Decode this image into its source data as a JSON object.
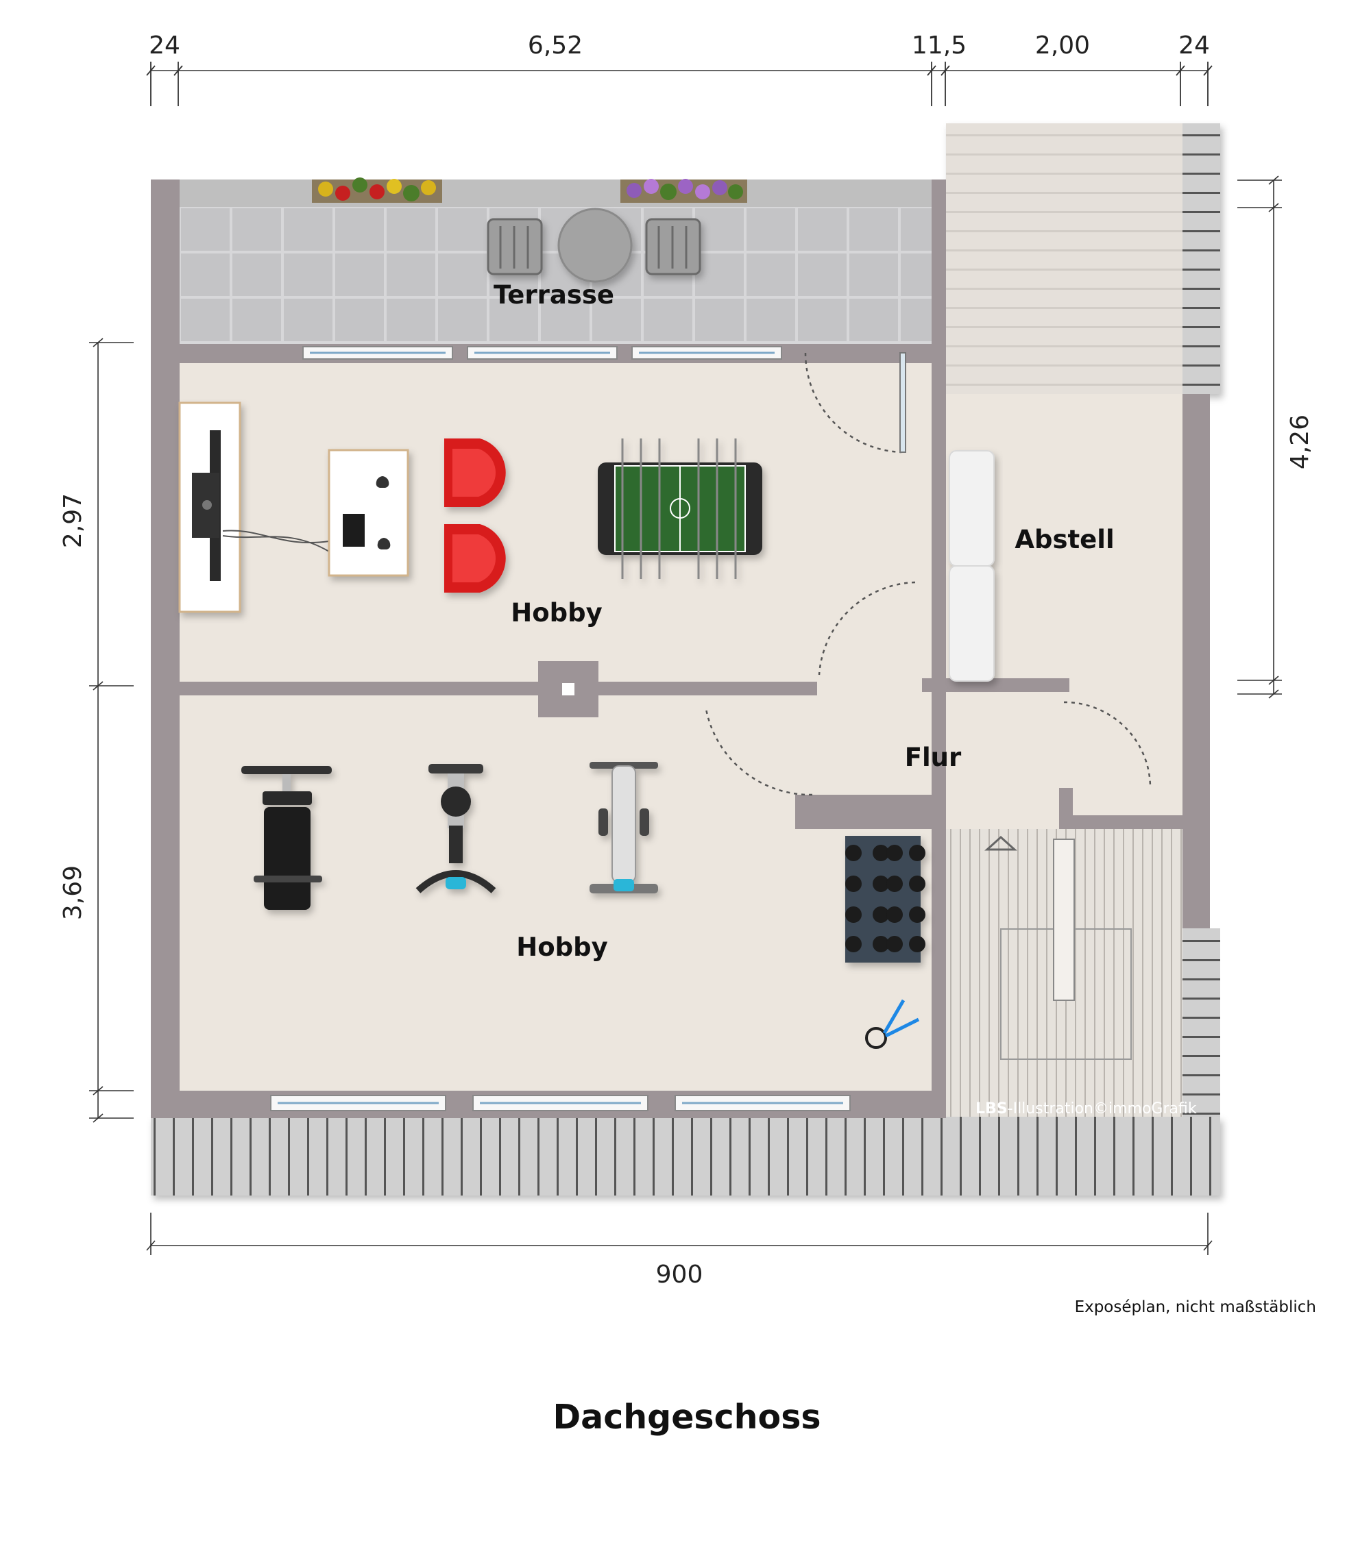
{
  "dimensions": {
    "top": [
      "24",
      "6,52",
      "11,5",
      "2,00",
      "24"
    ],
    "left_upper": "2,97",
    "left_lower": "3,69",
    "right": "4,26",
    "bottom": "900"
  },
  "rooms": {
    "terrace": "Terrasse",
    "hobby_upper": "Hobby",
    "hobby_lower": "Hobby",
    "storage": "Abstell",
    "hall": "Flur"
  },
  "credit": {
    "brand": "LBS",
    "text": "-Illustration©immoGrafik"
  },
  "note": "Exposéplan, nicht maßstäblich",
  "title": "Dachgeschoss",
  "colors": {
    "wall": "#9d9497",
    "floor": "#ece6de",
    "terrace_tile": "#c9c9cb",
    "roof": "#c3c3c3",
    "chair_red": "#d81e1e",
    "table_green": "#2f6b2f"
  }
}
